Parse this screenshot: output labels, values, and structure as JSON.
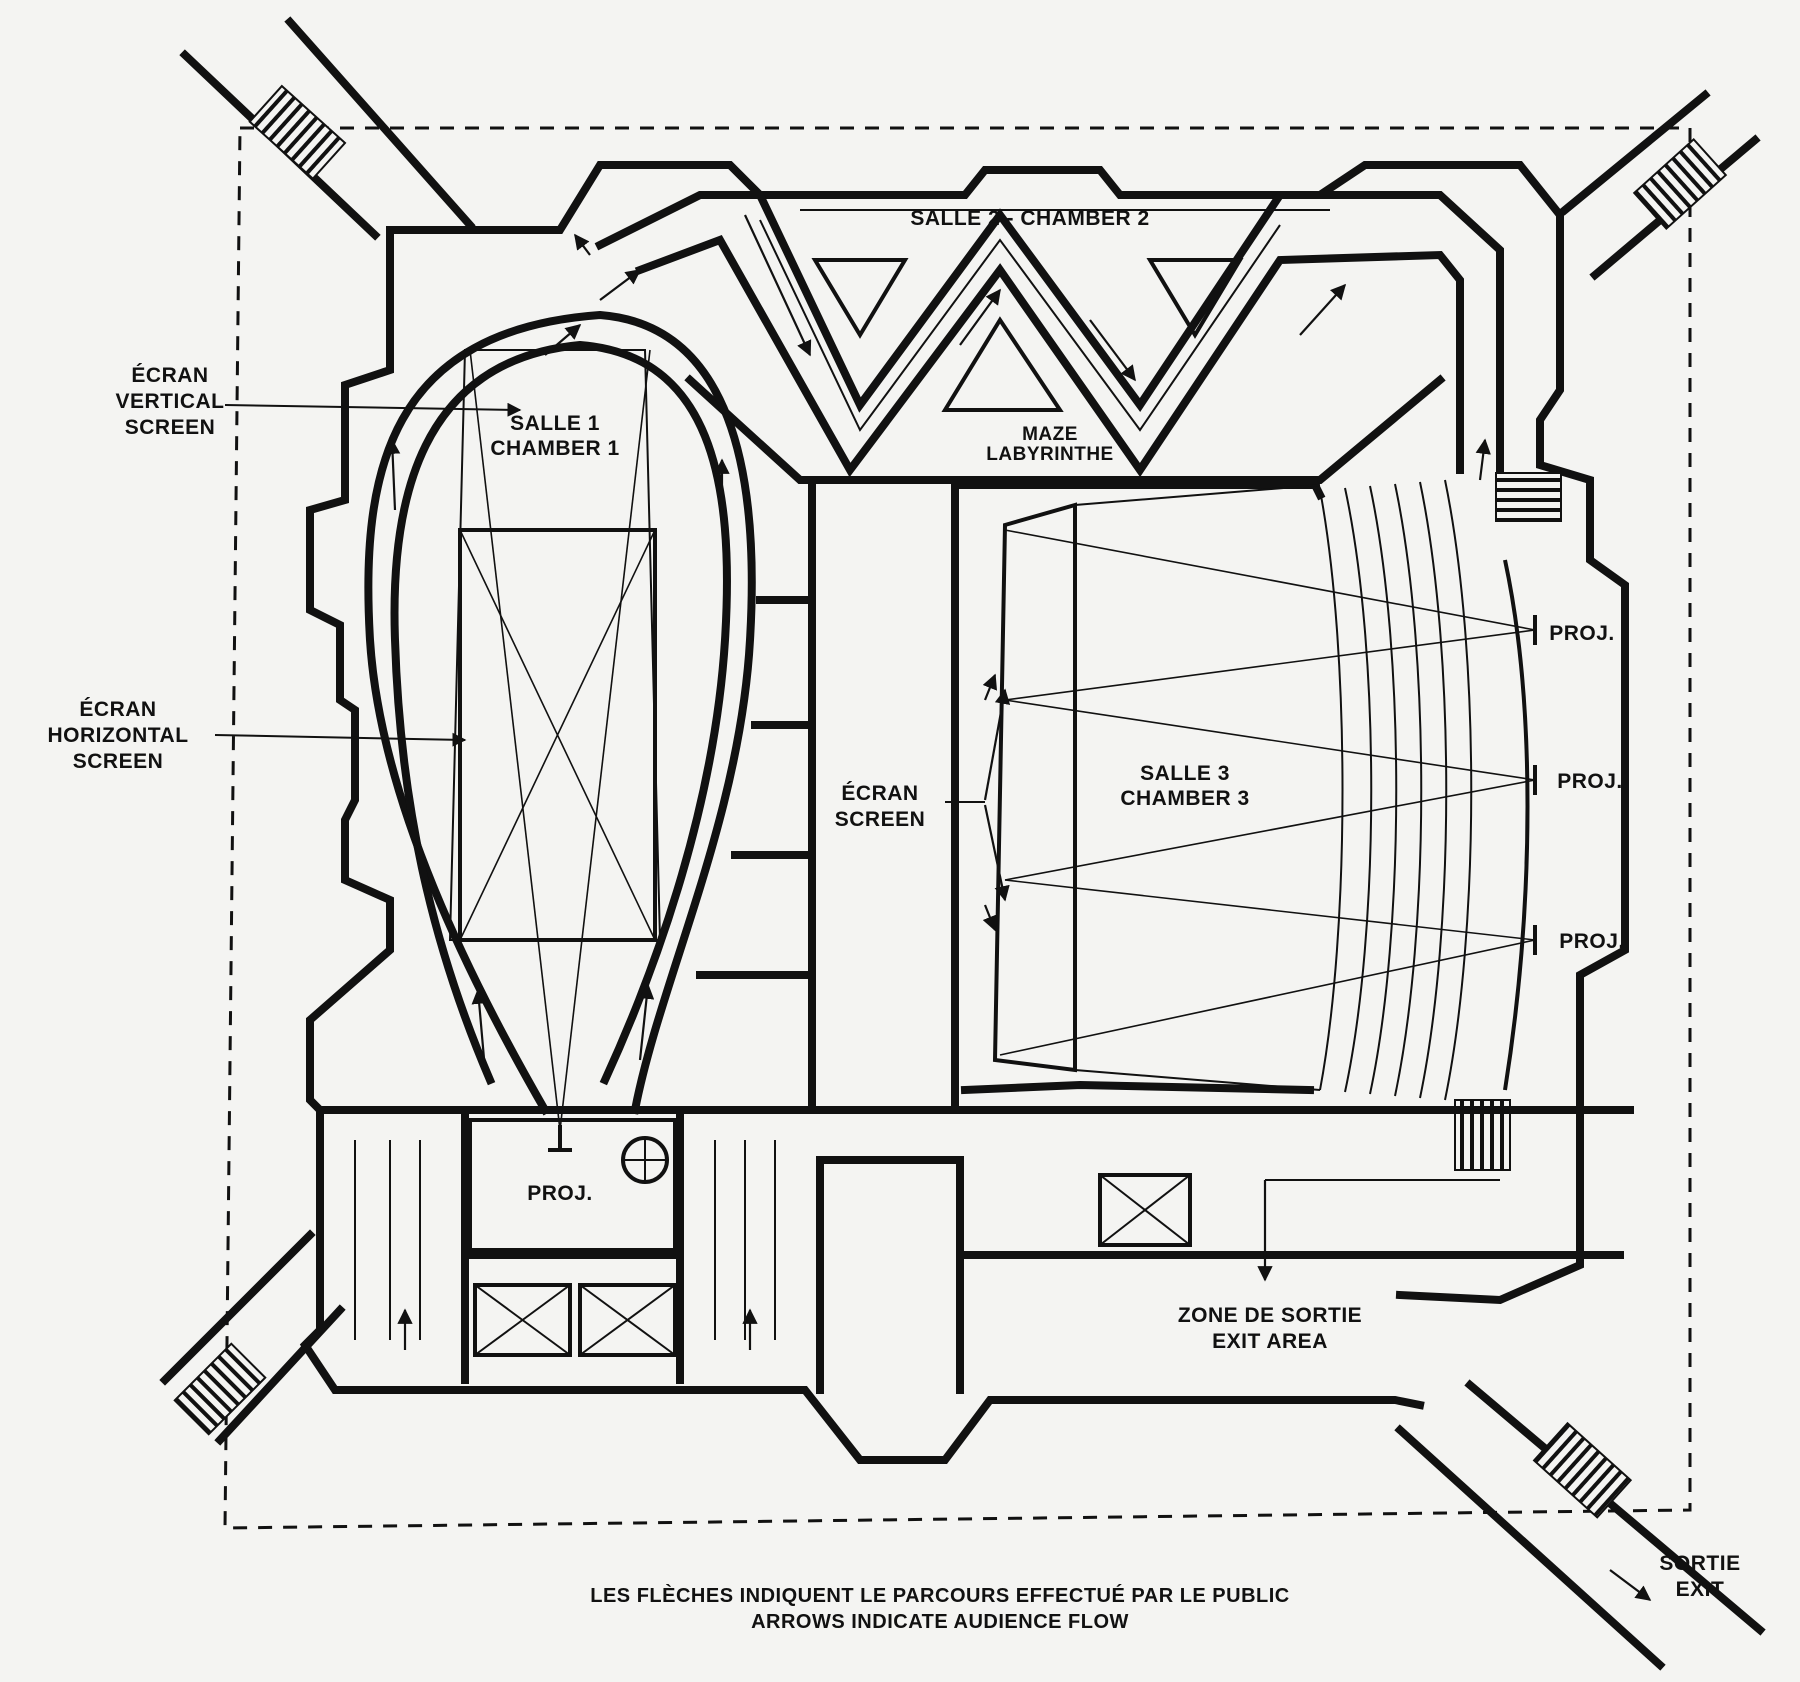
{
  "labels": {
    "chamber1": [
      "SALLE 1",
      "CHAMBER 1"
    ],
    "chamber2": "SALLE 2  -  CHAMBER 2",
    "maze": [
      "MAZE",
      "LABYRINTHE"
    ],
    "chamber3": [
      "SALLE 3",
      "CHAMBER 3"
    ],
    "vertical_screen": [
      "ÉCRAN",
      "VERTICAL",
      "SCREEN"
    ],
    "horizontal_screen": [
      "ÉCRAN",
      "HORIZONTAL",
      "SCREEN"
    ],
    "screen": [
      "ÉCRAN",
      "SCREEN"
    ],
    "proj": "PROJ.",
    "exit_area": [
      "ZONE DE SORTIE",
      "EXIT AREA"
    ],
    "exit": [
      "SORTIE",
      "EXIT"
    ],
    "caption": [
      "LES FLÈCHES INDIQUENT LE PARCOURS EFFECTUÉ PAR LE PUBLIC",
      "ARROWS INDICATE AUDIENCE FLOW"
    ]
  },
  "colors": {
    "ink": "#111111",
    "paper": "#f4f4f2"
  }
}
